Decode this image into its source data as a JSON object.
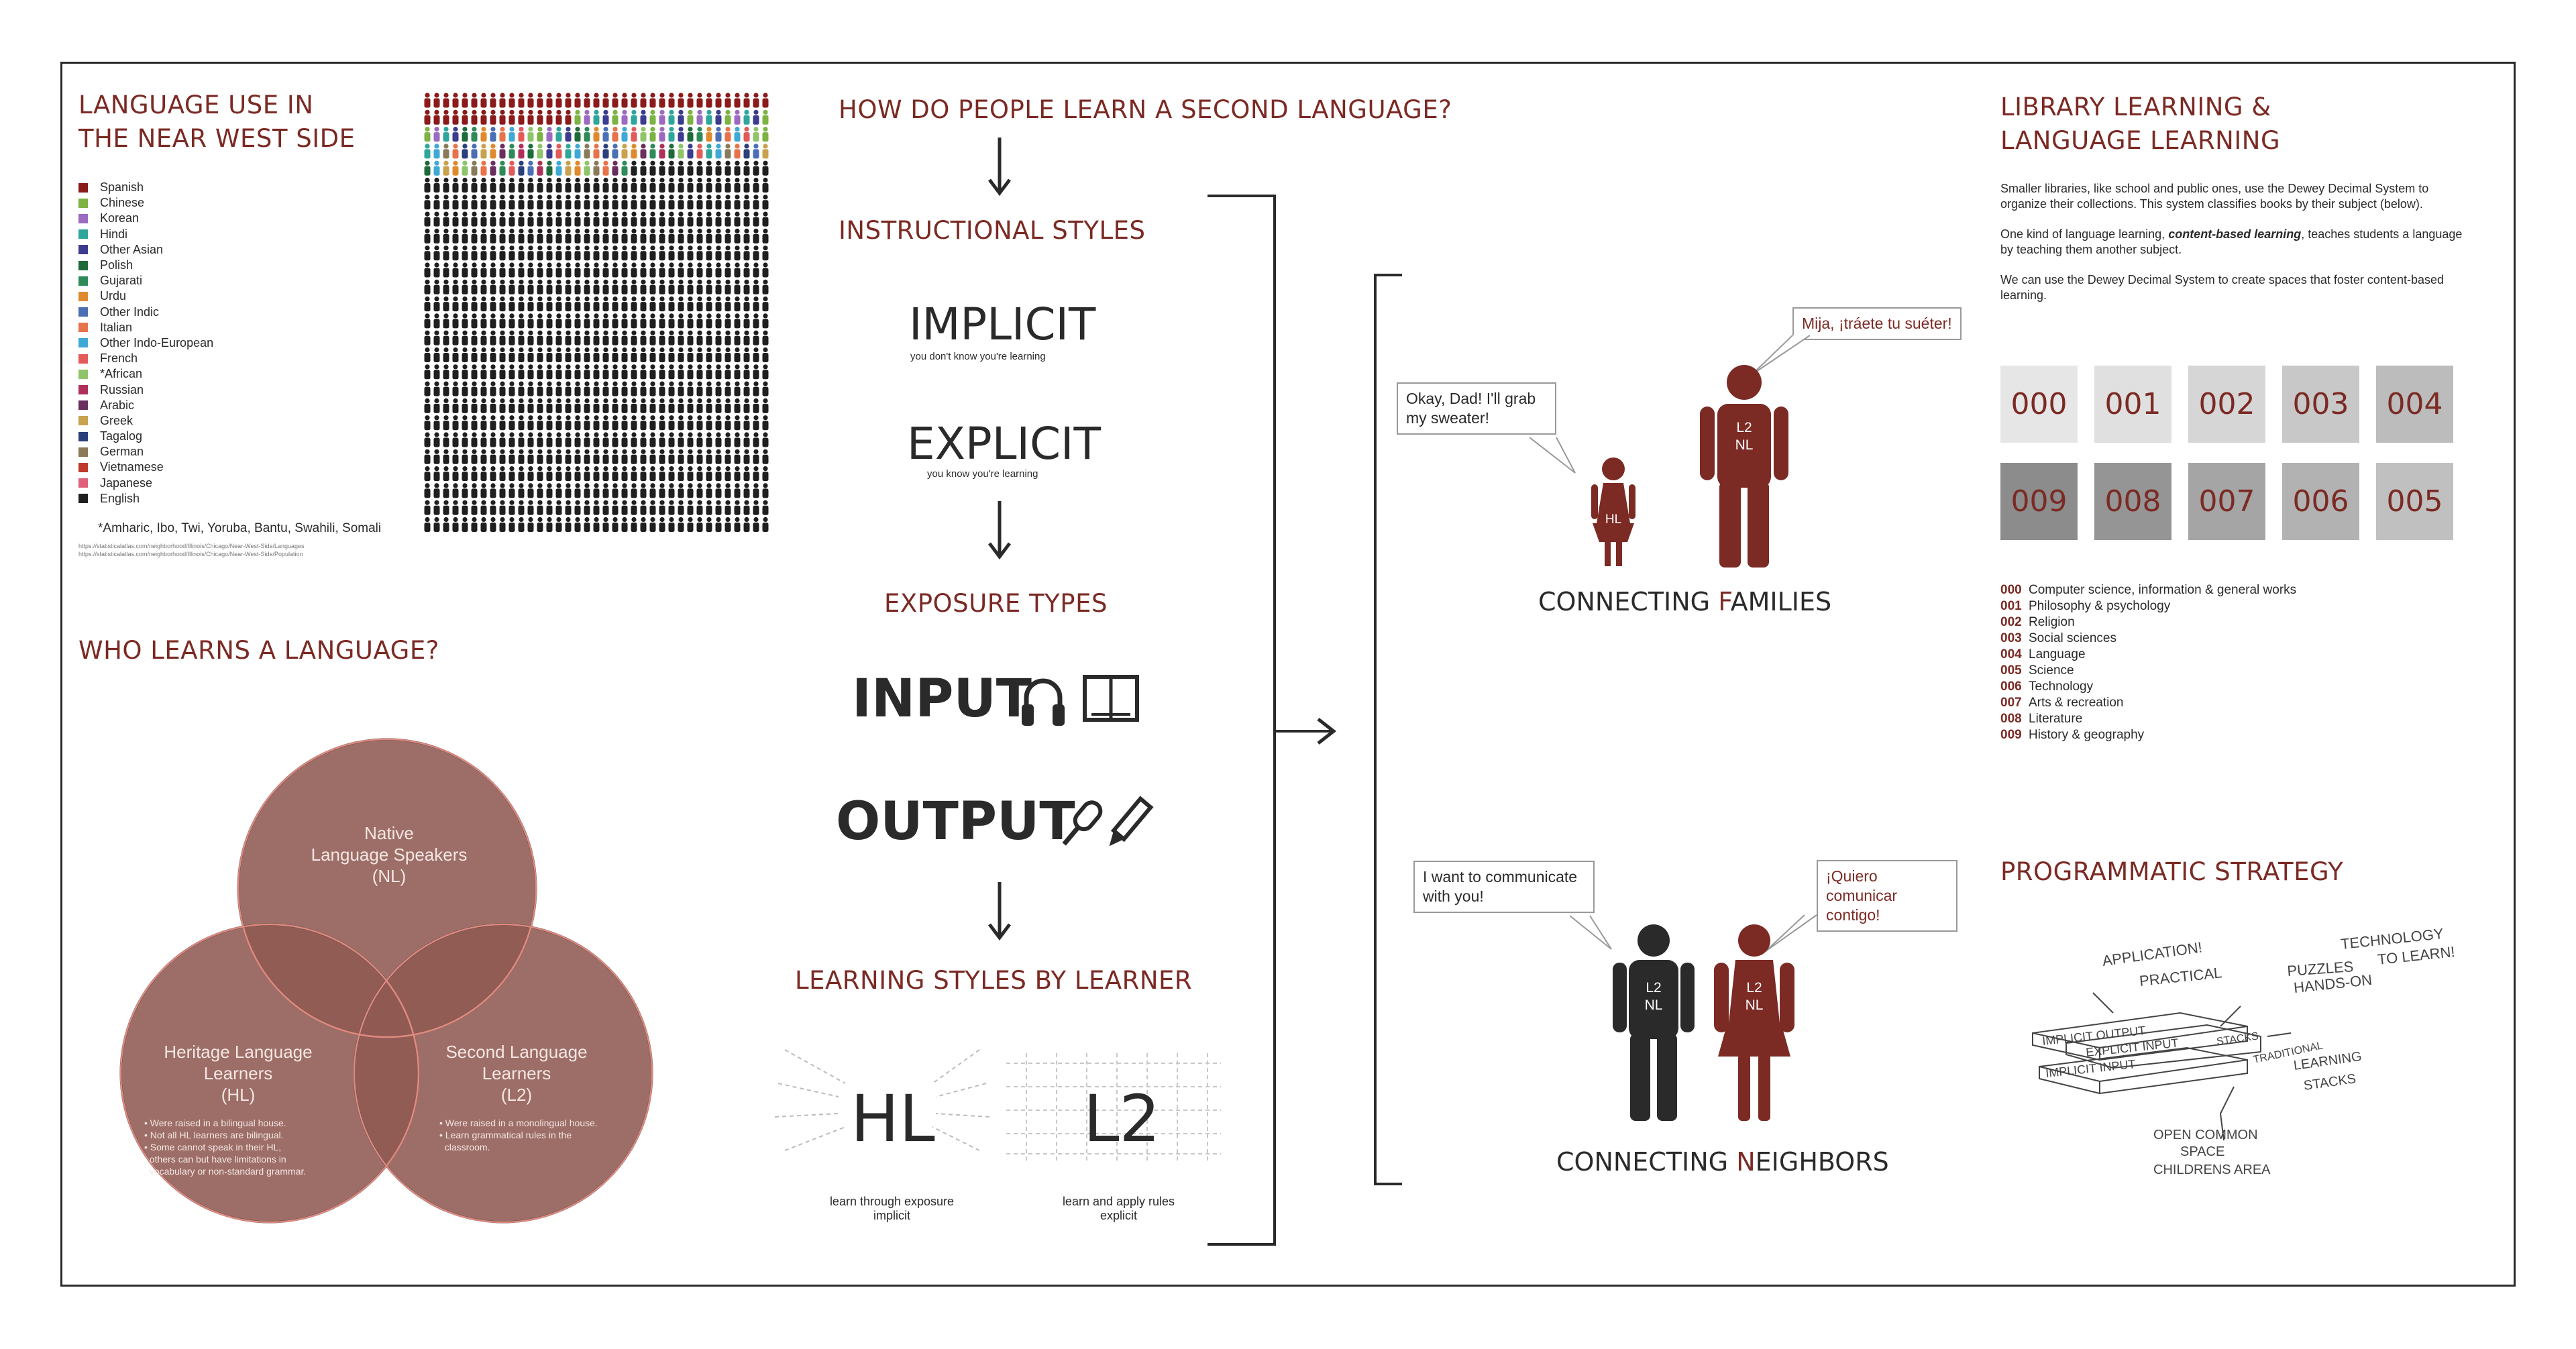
{
  "colors": {
    "maroon": "#7b2a24",
    "venn_fill": "#8f5a52",
    "dark": "#2a2a2a",
    "dewey_light": "#e3e3e3",
    "dewey_mid": "#cfcfcf",
    "dewey_dark": "#9c9c9c"
  },
  "language_use": {
    "title_line1": "LANGUAGE USE IN",
    "title_line2": "THE NEAR WEST SIDE",
    "legend": [
      {
        "label": "Spanish",
        "color": "#8b1a1a"
      },
      {
        "label": "Chinese",
        "color": "#7cb342"
      },
      {
        "label": "Korean",
        "color": "#9c6bc1"
      },
      {
        "label": "Hindi",
        "color": "#2fa69b"
      },
      {
        "label": "Other Asian",
        "color": "#3b3b8f"
      },
      {
        "label": "Polish",
        "color": "#1e6b3a"
      },
      {
        "label": "Gujarati",
        "color": "#2e8b57"
      },
      {
        "label": "Urdu",
        "color": "#e08a2e"
      },
      {
        "label": "Other Indic",
        "color": "#4a6fb5"
      },
      {
        "label": "Italian",
        "color": "#e8734a"
      },
      {
        "label": "Other Indo-European",
        "color": "#3fa9d6"
      },
      {
        "label": "French",
        "color": "#e25a5a"
      },
      {
        "label": "*African",
        "color": "#8fc46a"
      },
      {
        "label": "Russian",
        "color": "#b0305a"
      },
      {
        "label": "Arabic",
        "color": "#6b2f5f"
      },
      {
        "label": "Greek",
        "color": "#c8a24e"
      },
      {
        "label": "Tagalog",
        "color": "#2b3f7a"
      },
      {
        "label": "German",
        "color": "#8a7a5a"
      },
      {
        "label": "Vietnamese",
        "color": "#c0392b"
      },
      {
        "label": "Japanese",
        "color": "#e0607a"
      },
      {
        "label": "English",
        "color": "#1f1f1f"
      }
    ],
    "footnote": "*Amharic, Ibo, Twi, Yoruba, Bantu, Swahili, Somali",
    "source1": "https://statisticalatlas.com/neighborhood/Illinois/Chicago/Near-West-Side/Languages",
    "source2": "https://statisticalatlas.com/neighborhood/Illinois/Chicago/Near-West-Side/Population"
  },
  "who_learns": {
    "title": "WHO LEARNS A LANGUAGE?",
    "nl_label": "Native\nLanguage Speakers\n(NL)",
    "hl_label": "Heritage Language\nLearners\n(HL)",
    "l2_label": "Second Language\nLearners\n(L2)",
    "hl_notes": "• Were raised in a bilingual house.\n• Not all HL learners are bilingual.\n• Some cannot speak in their HL,\n  others can but have limitations in\n  vocabulary or non-standard grammar.",
    "l2_notes": "• Were raised in a monolingual house.\n• Learn grammatical rules in the\n  classroom."
  },
  "learning": {
    "title": "HOW DO PEOPLE LEARN A SECOND LANGUAGE?",
    "instructional_title": "INSTRUCTIONAL STYLES",
    "implicit": "IMPLICIT",
    "implicit_sub": "you don't know you're learning",
    "explicit": "EXPLICIT",
    "explicit_sub": "you know you're learning",
    "exposure_title": "EXPOSURE TYPES",
    "input": "INPUT",
    "output": "OUTPUT",
    "by_learner_title": "LEARNING STYLES BY LEARNER",
    "hl": "HL",
    "hl_sub1": "learn through exposure",
    "hl_sub2": "implicit",
    "l2": "L2",
    "l2_sub1": "learn and apply rules",
    "l2_sub2": "explicit"
  },
  "families": {
    "bubble_child": "Okay, Dad! I'll grab\nmy sweater!",
    "bubble_parent": "Mija, ¡tráete tu suéter!",
    "child_label": "HL",
    "parent_label1": "L2",
    "parent_label2": "NL",
    "caption_pre": "CONNECTING ",
    "caption_accent": "F",
    "caption_post": "AMILIES"
  },
  "neighbors": {
    "bubble_left": "I want to communicate\nwith you!",
    "bubble_right": "¡Quiero comunicar\ncontigo!",
    "man_label1": "L2",
    "man_label2": "NL",
    "woman_label1": "L2",
    "woman_label2": "NL",
    "caption_pre": "CONNECTING ",
    "caption_accent": "N",
    "caption_post": "EIGHBORS"
  },
  "library": {
    "title_line1": "LIBRARY LEARNING &",
    "title_line2": "LANGUAGE LEARNING",
    "para1": "Smaller libraries, like school and public ones, use the Dewey Decimal System to organize their collections. This system classifies books by their subject (below).",
    "para2_pre": "One kind of language learning, ",
    "para2_bold": "content-based learning",
    "para2_post": ", teaches students a language by teaching them another subject.",
    "para3": "We can use the Dewey Decimal System to create spaces that foster content-based learning.",
    "top_boxes": [
      "000",
      "001",
      "002",
      "003",
      "004"
    ],
    "bottom_boxes": [
      "009",
      "008",
      "007",
      "006",
      "005"
    ],
    "classes": [
      {
        "code": "000",
        "label": "Computer science, information & general works"
      },
      {
        "code": "001",
        "label": "Philosophy & psychology"
      },
      {
        "code": "002",
        "label": "Religion"
      },
      {
        "code": "003",
        "label": "Social sciences"
      },
      {
        "code": "004",
        "label": "Language"
      },
      {
        "code": "005",
        "label": "Science"
      },
      {
        "code": "006",
        "label": "Technology"
      },
      {
        "code": "007",
        "label": "Arts & recreation"
      },
      {
        "code": "008",
        "label": "Literature"
      },
      {
        "code": "009",
        "label": "History & geography"
      }
    ]
  },
  "strategy": {
    "title": "PROGRAMMATIC STRATEGY",
    "sketch_application": "APPLICATION!",
    "sketch_practical": "PRACTICAL",
    "sketch_puzzles": "PUZZLES",
    "sketch_handson": "HANDS-ON",
    "sketch_technology": "TECHNOLOGY",
    "sketch_to_learn": "TO LEARN!",
    "sketch_implicit_output": "IMPLICIT OUTPUT",
    "sketch_explicit_input": "EXPLICIT INPUT",
    "sketch_implicit_input": "IMPLICIT INPUT",
    "sketch_stacks": "STACKS",
    "sketch_traditional": "TRADITIONAL",
    "sketch_learning": "LEARNING",
    "sketch_stacks2": "STACKS",
    "sketch_open_common": "OPEN COMMON",
    "sketch_space": "SPACE",
    "sketch_childrens": "CHILDRENS AREA"
  }
}
